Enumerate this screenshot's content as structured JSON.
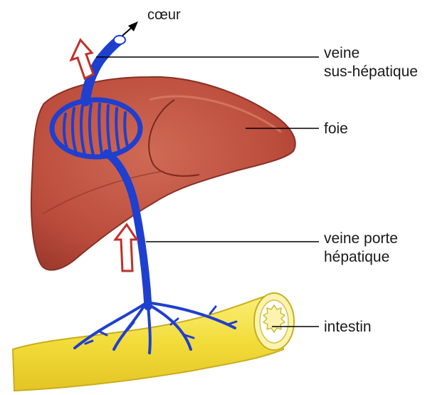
{
  "labels": {
    "coeur": "cœur",
    "veine_sus_hepatique": [
      "veine",
      "sus-hépatique"
    ],
    "foie": "foie",
    "veine_porte_hepatique": [
      "veine porte",
      "hépatique"
    ],
    "intestin": "intestin"
  },
  "colors": {
    "liver": "#b84a3a",
    "liver_light": "#d06a52",
    "vein": "#1f3fcf",
    "intestine": "#f4e04a",
    "intestine_outline": "#c9ad1e",
    "flow_arrow": "#c0302a"
  }
}
